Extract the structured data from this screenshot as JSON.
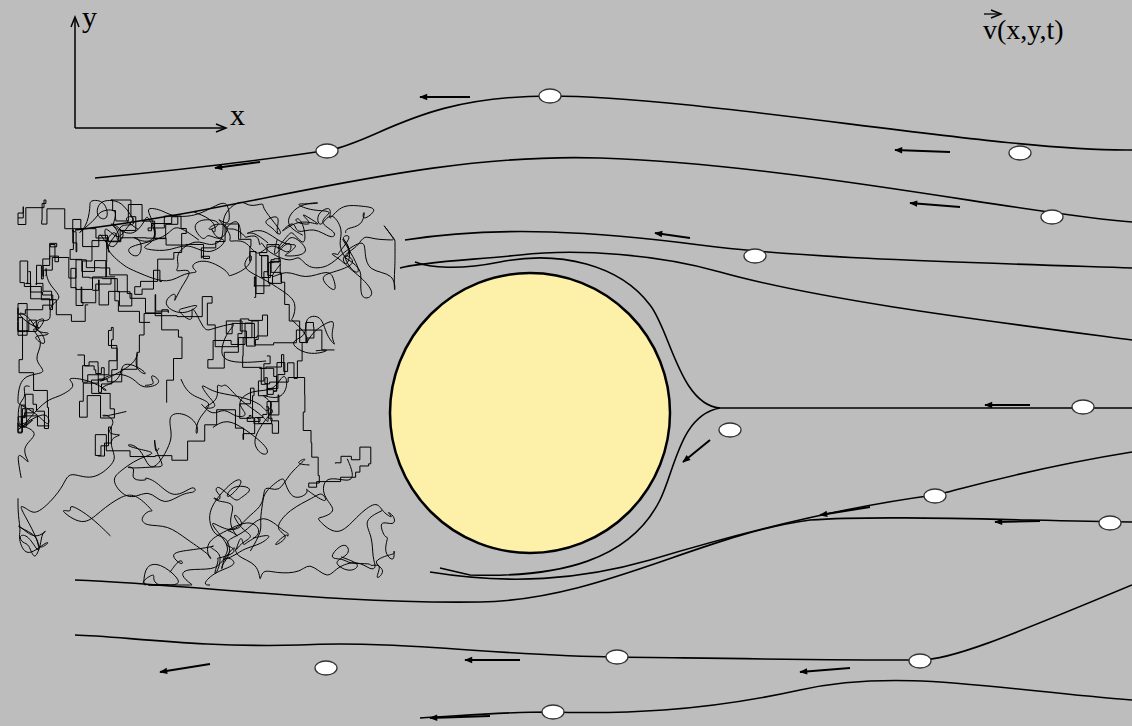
{
  "diagram": {
    "labels": [
      "y",
      "x",
      "v(x,y,t)"
    ]
  }
}
